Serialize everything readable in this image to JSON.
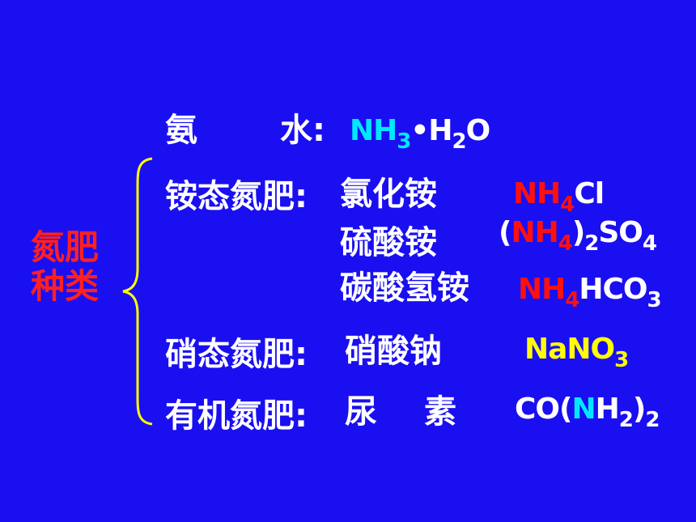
{
  "title": {
    "line1": "氮肥",
    "line2": "种类"
  },
  "rows": {
    "ammonia_water": {
      "label_part1": "氨",
      "label_part2": "水",
      "colon": ":",
      "formula": {
        "nh": "NH",
        "sub3": "3",
        "dot": "•",
        "h": "H",
        "sub2": "2",
        "o": "O"
      }
    },
    "ammonium": {
      "label": "铵态氮肥",
      "colon": ":",
      "items": [
        {
          "name": "氯化铵",
          "formula": {
            "nh": "NH",
            "sub": "4",
            "rest": "Cl"
          }
        },
        {
          "name": "硫酸铵",
          "formula": {
            "open": "(",
            "nh": "NH",
            "sub": "4",
            "close": ")",
            "sub2": "2",
            "so": "SO",
            "sub4": "4"
          }
        },
        {
          "name": "碳酸氢铵",
          "formula": {
            "nh": "NH",
            "sub": "4",
            "hco": "HCO",
            "sub3": "3"
          }
        }
      ]
    },
    "nitrate": {
      "label": "硝态氮肥",
      "colon": ":",
      "name": "硝酸钠",
      "formula": {
        "nano": "NaNO",
        "sub": "3"
      }
    },
    "organic": {
      "label": "有机氮肥",
      "colon": ":",
      "name_part1": "尿",
      "name_part2": "素",
      "formula": {
        "co": "CO(",
        "n": "N",
        "h": "H",
        "sub2": "2",
        "close": ")",
        "sub2b": "2"
      }
    }
  },
  "colors": {
    "background": "#1a0ff0",
    "title_red": "#ff2020",
    "formula_red": "#ff1010",
    "formula_cyan": "#00e8ff",
    "formula_yellow": "#ffff00",
    "brace_yellow": "#ffff00"
  }
}
